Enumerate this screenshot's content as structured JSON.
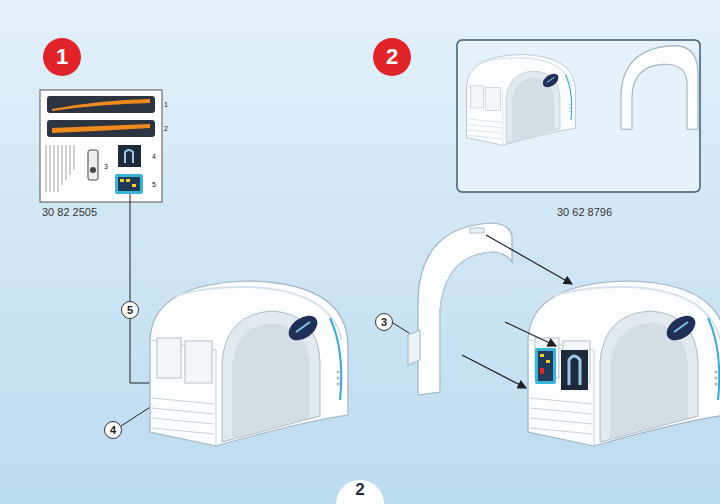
{
  "diagram": {
    "nodes": [
      {
        "text": [
          "1"
        ]
      },
      {
        "text": [
          "2"
        ]
      }
    ],
    "labels": [
      "1",
      "2",
      "3",
      "4",
      "5",
      "30 82 2505",
      "30 62 8796",
      "5",
      "3",
      "4",
      "2"
    ]
  }
}
